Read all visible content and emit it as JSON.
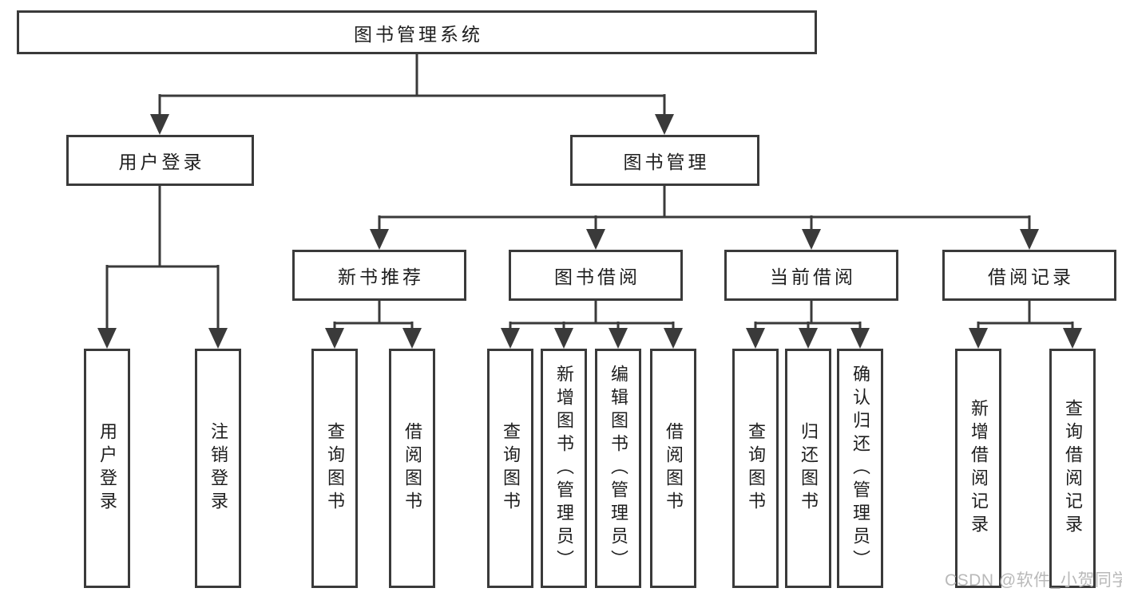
{
  "diagram": {
    "type": "hierarchy-tree",
    "title": "图书管理系统",
    "tree": {
      "label": "图书管理系统",
      "children": [
        {
          "label": "用户登录",
          "children": [
            {
              "label": "用户登录"
            },
            {
              "label": "注销登录"
            }
          ]
        },
        {
          "label": "图书管理",
          "children": [
            {
              "label": "新书推荐",
              "children": [
                {
                  "label": "查询图书"
                },
                {
                  "label": "借阅图书"
                }
              ]
            },
            {
              "label": "图书借阅",
              "children": [
                {
                  "label": "查询图书"
                },
                {
                  "label": "新增图书（管理员）"
                },
                {
                  "label": "编辑图书（管理员）"
                },
                {
                  "label": "借阅图书"
                }
              ]
            },
            {
              "label": "当前借阅",
              "children": [
                {
                  "label": "查询图书"
                },
                {
                  "label": "归还图书"
                },
                {
                  "label": "确认归还（管理员）"
                }
              ]
            },
            {
              "label": "借阅记录",
              "children": [
                {
                  "label": "新增借阅记录"
                },
                {
                  "label": "查询借阅记录"
                }
              ]
            }
          ]
        }
      ]
    },
    "colors": {
      "background": "#ffffff",
      "line": "#3a3a3a",
      "box_border": "#3a3a3a",
      "box_fill": "#ffffff",
      "text": "#1e1e1e",
      "watermark": "#b9b9b9"
    }
  },
  "watermark": {
    "text": "CSDN @软件_小贺同学"
  }
}
